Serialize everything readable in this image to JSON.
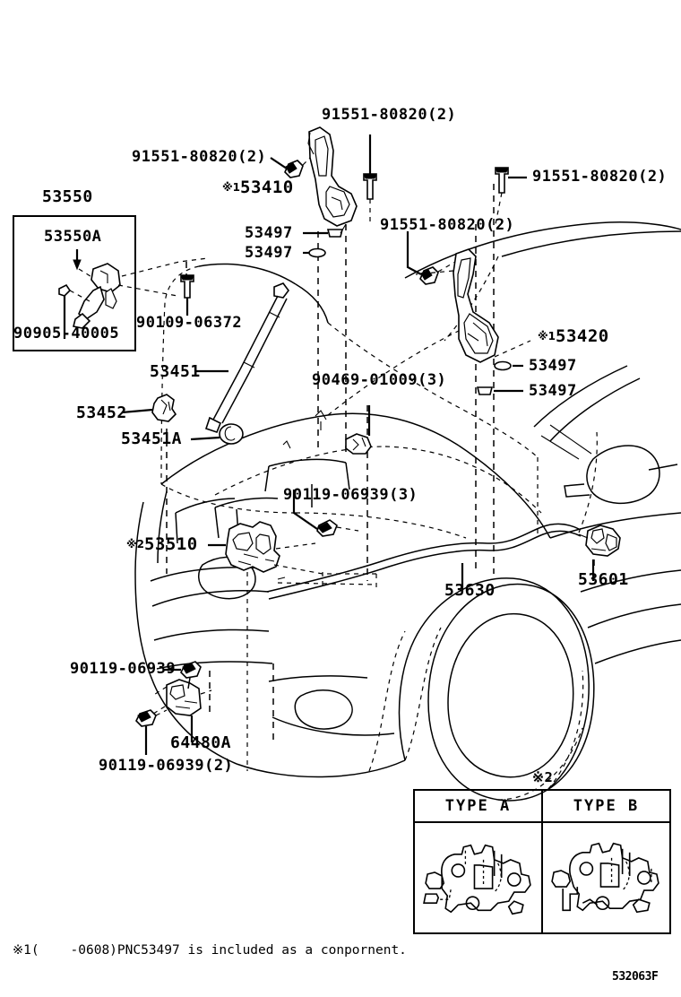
{
  "diagram": {
    "figure_id": "532063F",
    "footnote": "※1(    -0608)PNC53497 is included as a conpornent.",
    "note_mark_1": "※1",
    "note_mark_2": "※2"
  },
  "labels": {
    "l_53550": "53550",
    "l_53550A": "53550A",
    "l_90905_40005": "90905-40005",
    "l_90109_06372": "90109-06372",
    "l_91551_80820_a": "91551-80820(2)",
    "l_91551_80820_b": "91551-80820(2)",
    "l_91551_80820_c": "91551-80820(2)",
    "l_91551_80820_d": "91551-80820(2)",
    "l_53410_mark": "※1",
    "l_53410": "53410",
    "l_53497_a": "53497",
    "l_53497_b": "53497",
    "l_53497_c": "53497",
    "l_53497_d": "53497",
    "l_53420_mark": "※1",
    "l_53420": "53420",
    "l_53451": "53451",
    "l_53452": "53452",
    "l_53451A": "53451A",
    "l_90469_01009": "90469-01009(3)",
    "l_90119_06939_3": "90119-06939(3)",
    "l_53510_mark": "※2",
    "l_53510": "53510",
    "l_53630": "53630",
    "l_53601": "53601",
    "l_90119_06939": "90119-06939",
    "l_64480A": "64480A",
    "l_90119_06939_2": "90119-06939(2)"
  },
  "type_inset": {
    "mark": "※2",
    "type_a_label": "TYPE   A",
    "type_b_label": "TYPE   B"
  },
  "colors": {
    "ink": "#000000",
    "paper": "#ffffff"
  }
}
